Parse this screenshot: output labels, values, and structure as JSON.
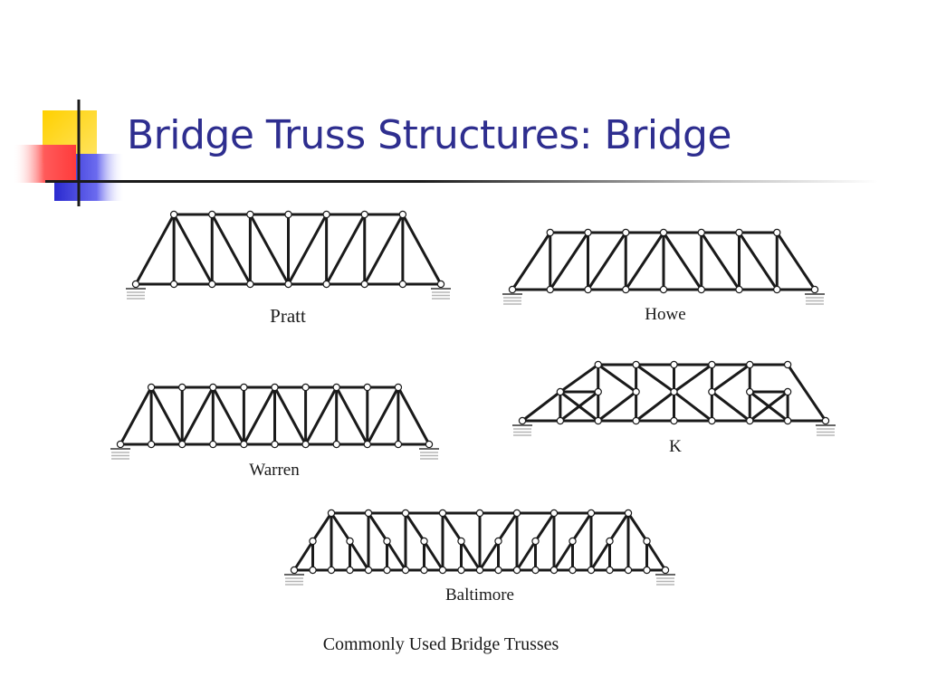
{
  "slide": {
    "title": "Bridge Truss Structures: Bridge"
  },
  "figure": {
    "caption": "Commonly Used Bridge Trusses",
    "trusses": [
      {
        "name": "Pratt"
      },
      {
        "name": "Howe"
      },
      {
        "name": "Warren"
      },
      {
        "name": "K"
      },
      {
        "name": "Baltimore"
      }
    ]
  },
  "colors": {
    "title": "#2e2e8f",
    "deco_yellow": "#ffd700",
    "deco_red": "#ff4d4d",
    "deco_blue": "#2a2acf",
    "truss_line": "#1a1a1a"
  }
}
